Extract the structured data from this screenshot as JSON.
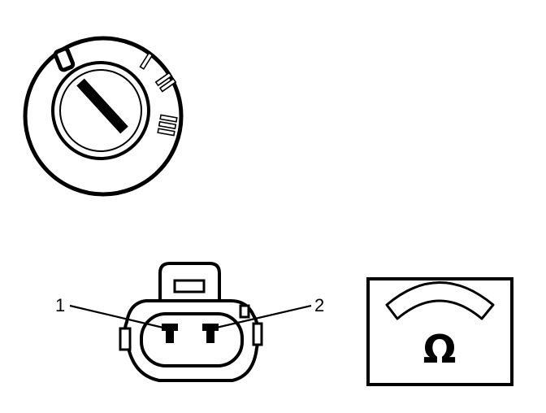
{
  "ignition_switch": {
    "positions": [
      "0",
      "I",
      "II",
      "III"
    ]
  },
  "connector": {
    "pin_labels": [
      "1",
      "2"
    ]
  },
  "meter": {
    "symbol": "Ω"
  },
  "colors": {
    "line": "#000000",
    "background": "#ffffff"
  }
}
